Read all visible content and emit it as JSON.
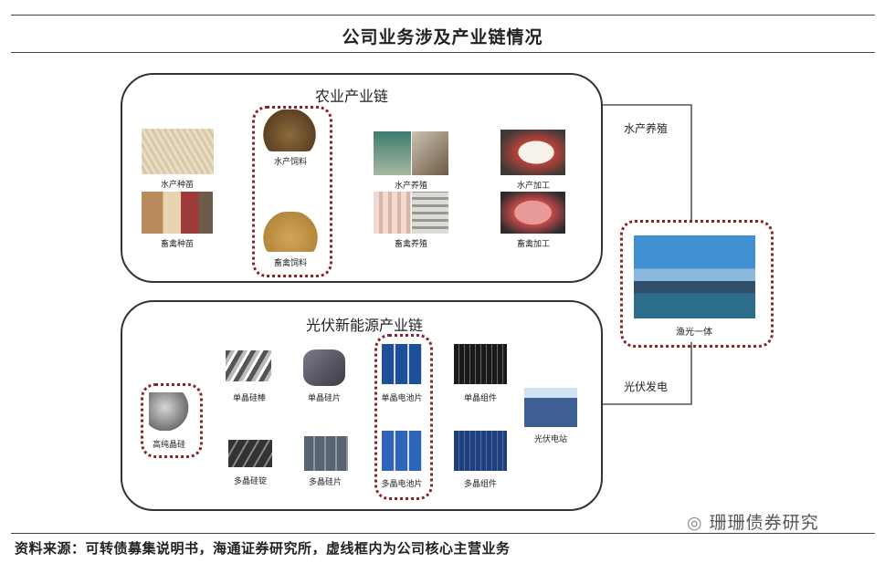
{
  "title": "公司业务涉及产业链情况",
  "source": "资料来源：可转债募集说明书，海通证券研究所，虚线框内为公司核心主营业务",
  "watermark": "珊珊债券研究",
  "agri": {
    "title": "农业产业链",
    "aqua_seed": "水产种苗",
    "aqua_feed": "水产饲料",
    "aqua_farm": "水产养殖",
    "aqua_proc": "水产加工",
    "live_seed": "畜禽种苗",
    "live_feed": "畜禽饲料",
    "live_farm": "畜禽养殖",
    "live_proc": "畜禽加工"
  },
  "pv": {
    "title": "光伏新能源产业链",
    "silicon": "高纯晶硅",
    "mono_rod": "单晶硅棒",
    "mono_wafer": "单晶硅片",
    "mono_cell": "单晶电池片",
    "mono_module": "单晶组件",
    "multi_ingot": "多晶硅锭",
    "multi_wafer": "多晶硅片",
    "multi_cell": "多晶电池片",
    "multi_module": "多晶组件",
    "station": "光伏电站"
  },
  "fishery_pv": "渔光一体",
  "link_aqua": "水产养殖",
  "link_pv": "光伏发电"
}
